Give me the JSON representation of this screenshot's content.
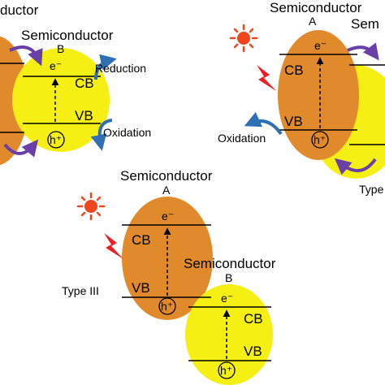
{
  "colors": {
    "semiconductor_a": "#E08A2C",
    "semiconductor_b": "#F5EF14",
    "arrow_purple": "#6A3FA8",
    "arrow_blue": "#2F6FB3",
    "sun": "#F0461E",
    "bolt": "#EE1C25"
  },
  "icons": [
    "sun-icon",
    "lightning-bolt-icon",
    "curved-arrow-icon"
  ],
  "panel_top_left": {
    "title_fragment": "ductor",
    "semiconductor_b_title": "Semiconductor",
    "semiconductor_b_letter": "B",
    "electron": "e⁻",
    "cb": "CB",
    "vb": "VB",
    "hole": "h⁺",
    "reduction": "Reduction",
    "oxidation": "Oxidation"
  },
  "panel_top_right": {
    "semiconductor_a_title": "Semiconductor",
    "semiconductor_a_letter": "A",
    "semiconductor_b_title_fragment": "Sem",
    "electron": "e⁻",
    "cb": "CB",
    "vb": "VB",
    "hole": "h⁺",
    "oxidation": "Oxidation",
    "type_fragment": "Type"
  },
  "panel_bottom": {
    "type_label": "Type III",
    "semiconductor_a_title": "Semiconductor",
    "semiconductor_a_letter": "A",
    "semiconductor_b_title": "Semiconductor",
    "semiconductor_b_letter": "B",
    "electron_a": "e⁻",
    "cb_a": "CB",
    "vb_a": "VB",
    "hole_a": "h⁺",
    "electron_b": "e⁻",
    "cb_b": "CB",
    "vb_b": "VB",
    "hole_b": "h⁺"
  }
}
